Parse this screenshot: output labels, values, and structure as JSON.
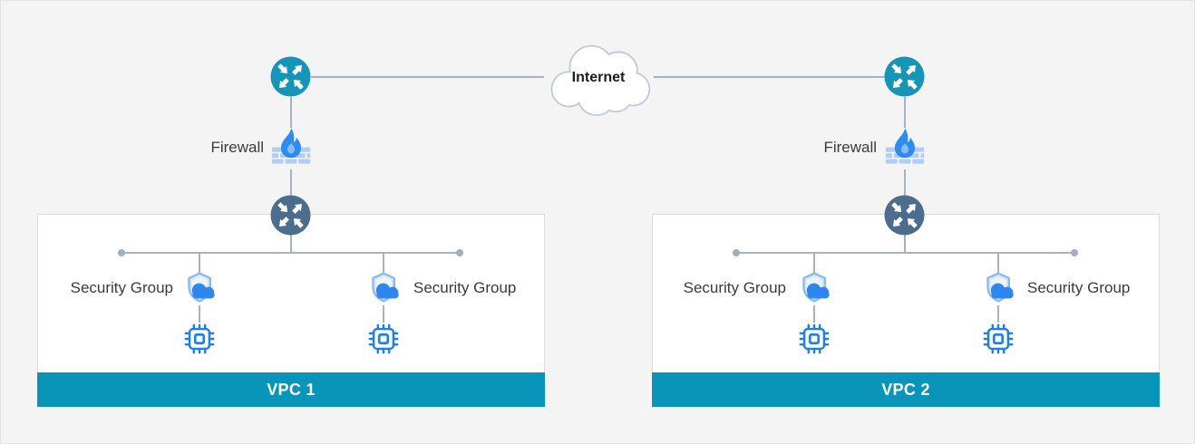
{
  "diagram": {
    "internet": {
      "label": "Internet"
    },
    "sections": [
      {
        "firewall_label": "Firewall",
        "vpc_name": "VPC 1",
        "security_groups": [
          "Security Group",
          "Security Group"
        ]
      },
      {
        "firewall_label": "Firewall",
        "vpc_name": "VPC 2",
        "security_groups": [
          "Security Group",
          "Security Group"
        ]
      }
    ],
    "colors": {
      "background": "#f4f4f5",
      "edge_router_teal": "#1795b7",
      "inner_router_slate": "#4d6d8d",
      "vpc_title_bar": "#0994ba",
      "connector_line": "#a6b4c2",
      "firewall_flame": "#2f8cef",
      "firewall_bricks": "#b0cef5",
      "shield_fill": "#d7e7fb",
      "shield_border": "#8db8eb",
      "security_cloud": "#2f86ee",
      "chip_outline": "#1e80e4",
      "cloud_outline": "#becbdc"
    }
  }
}
